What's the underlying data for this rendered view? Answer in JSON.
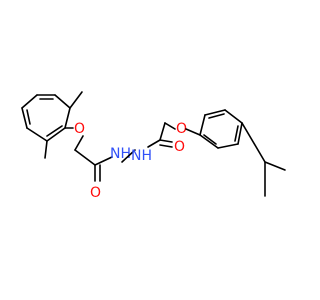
{
  "structure": {
    "atoms": {
      "o_ether_left": "O",
      "nh_left": "NH",
      "nh_right": "NH",
      "o_carbonyl_left": "O",
      "o_carbonyl_right": "O",
      "o_ether_right": "O"
    },
    "colors": {
      "bond": "#000000",
      "oxygen": "#ff0d0d",
      "nitrogen": "#3050f8",
      "background": "#ffffff"
    }
  }
}
